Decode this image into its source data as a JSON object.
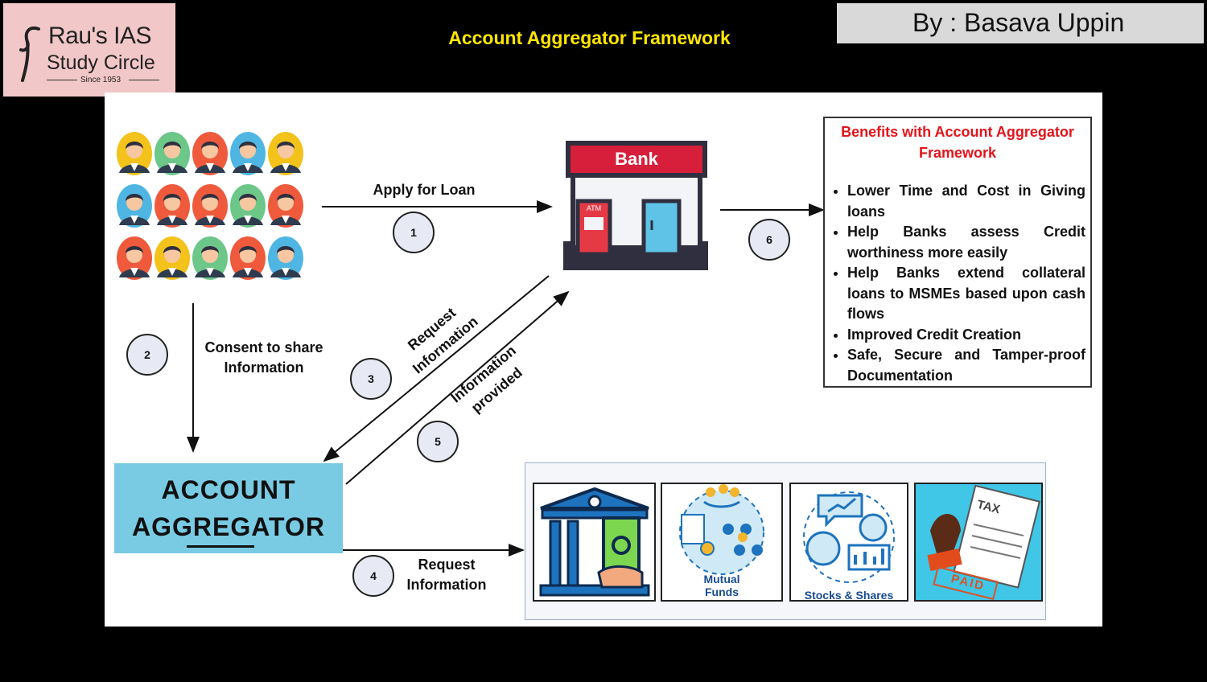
{
  "logo": {
    "line1": "Rau's IAS",
    "line2": "Study Circle",
    "line3": "Since 1953"
  },
  "title": "Account Aggregator Framework",
  "author": "By : Basava Uppin",
  "colors": {
    "title": "#ffe600",
    "benefits_heading": "#e3141b",
    "aggregator_box": "#79cbe4",
    "bank_red": "#d71f3b"
  },
  "bank": {
    "label": "Bank",
    "atm": "ATM"
  },
  "steps": [
    {
      "num": "1",
      "label": "Apply for Loan"
    },
    {
      "num": "2",
      "label": "Consent to share Information"
    },
    {
      "num": "3",
      "label": "Request Information"
    },
    {
      "num": "4",
      "label": "Request Information"
    },
    {
      "num": "5",
      "label": "Information provided"
    },
    {
      "num": "6",
      "label": ""
    }
  ],
  "aggregator": {
    "line1": "ACCOUNT",
    "line2": "AGGREGATOR"
  },
  "benefits": {
    "heading": "Benefits with Account Aggregator Framework",
    "items": [
      "Lower Time and Cost in Giving loans",
      "Help Banks assess Credit worthiness more easily",
      "Help Banks extend collateral loans to MSMEs based upon cash flows",
      "Improved Credit Creation",
      "Safe, Secure and Tamper-proof Documentation"
    ]
  },
  "sources": [
    {
      "icon": "bank-building-cash-icon",
      "caption": ""
    },
    {
      "icon": "mutual-funds-icon",
      "caption": "Mutual Funds"
    },
    {
      "icon": "stocks-shares-icon",
      "caption": "Stocks & Shares"
    },
    {
      "icon": "tax-paid-icon",
      "caption": ""
    }
  ],
  "tax_icon": {
    "tax": "TAX",
    "stamp": "PAID"
  }
}
